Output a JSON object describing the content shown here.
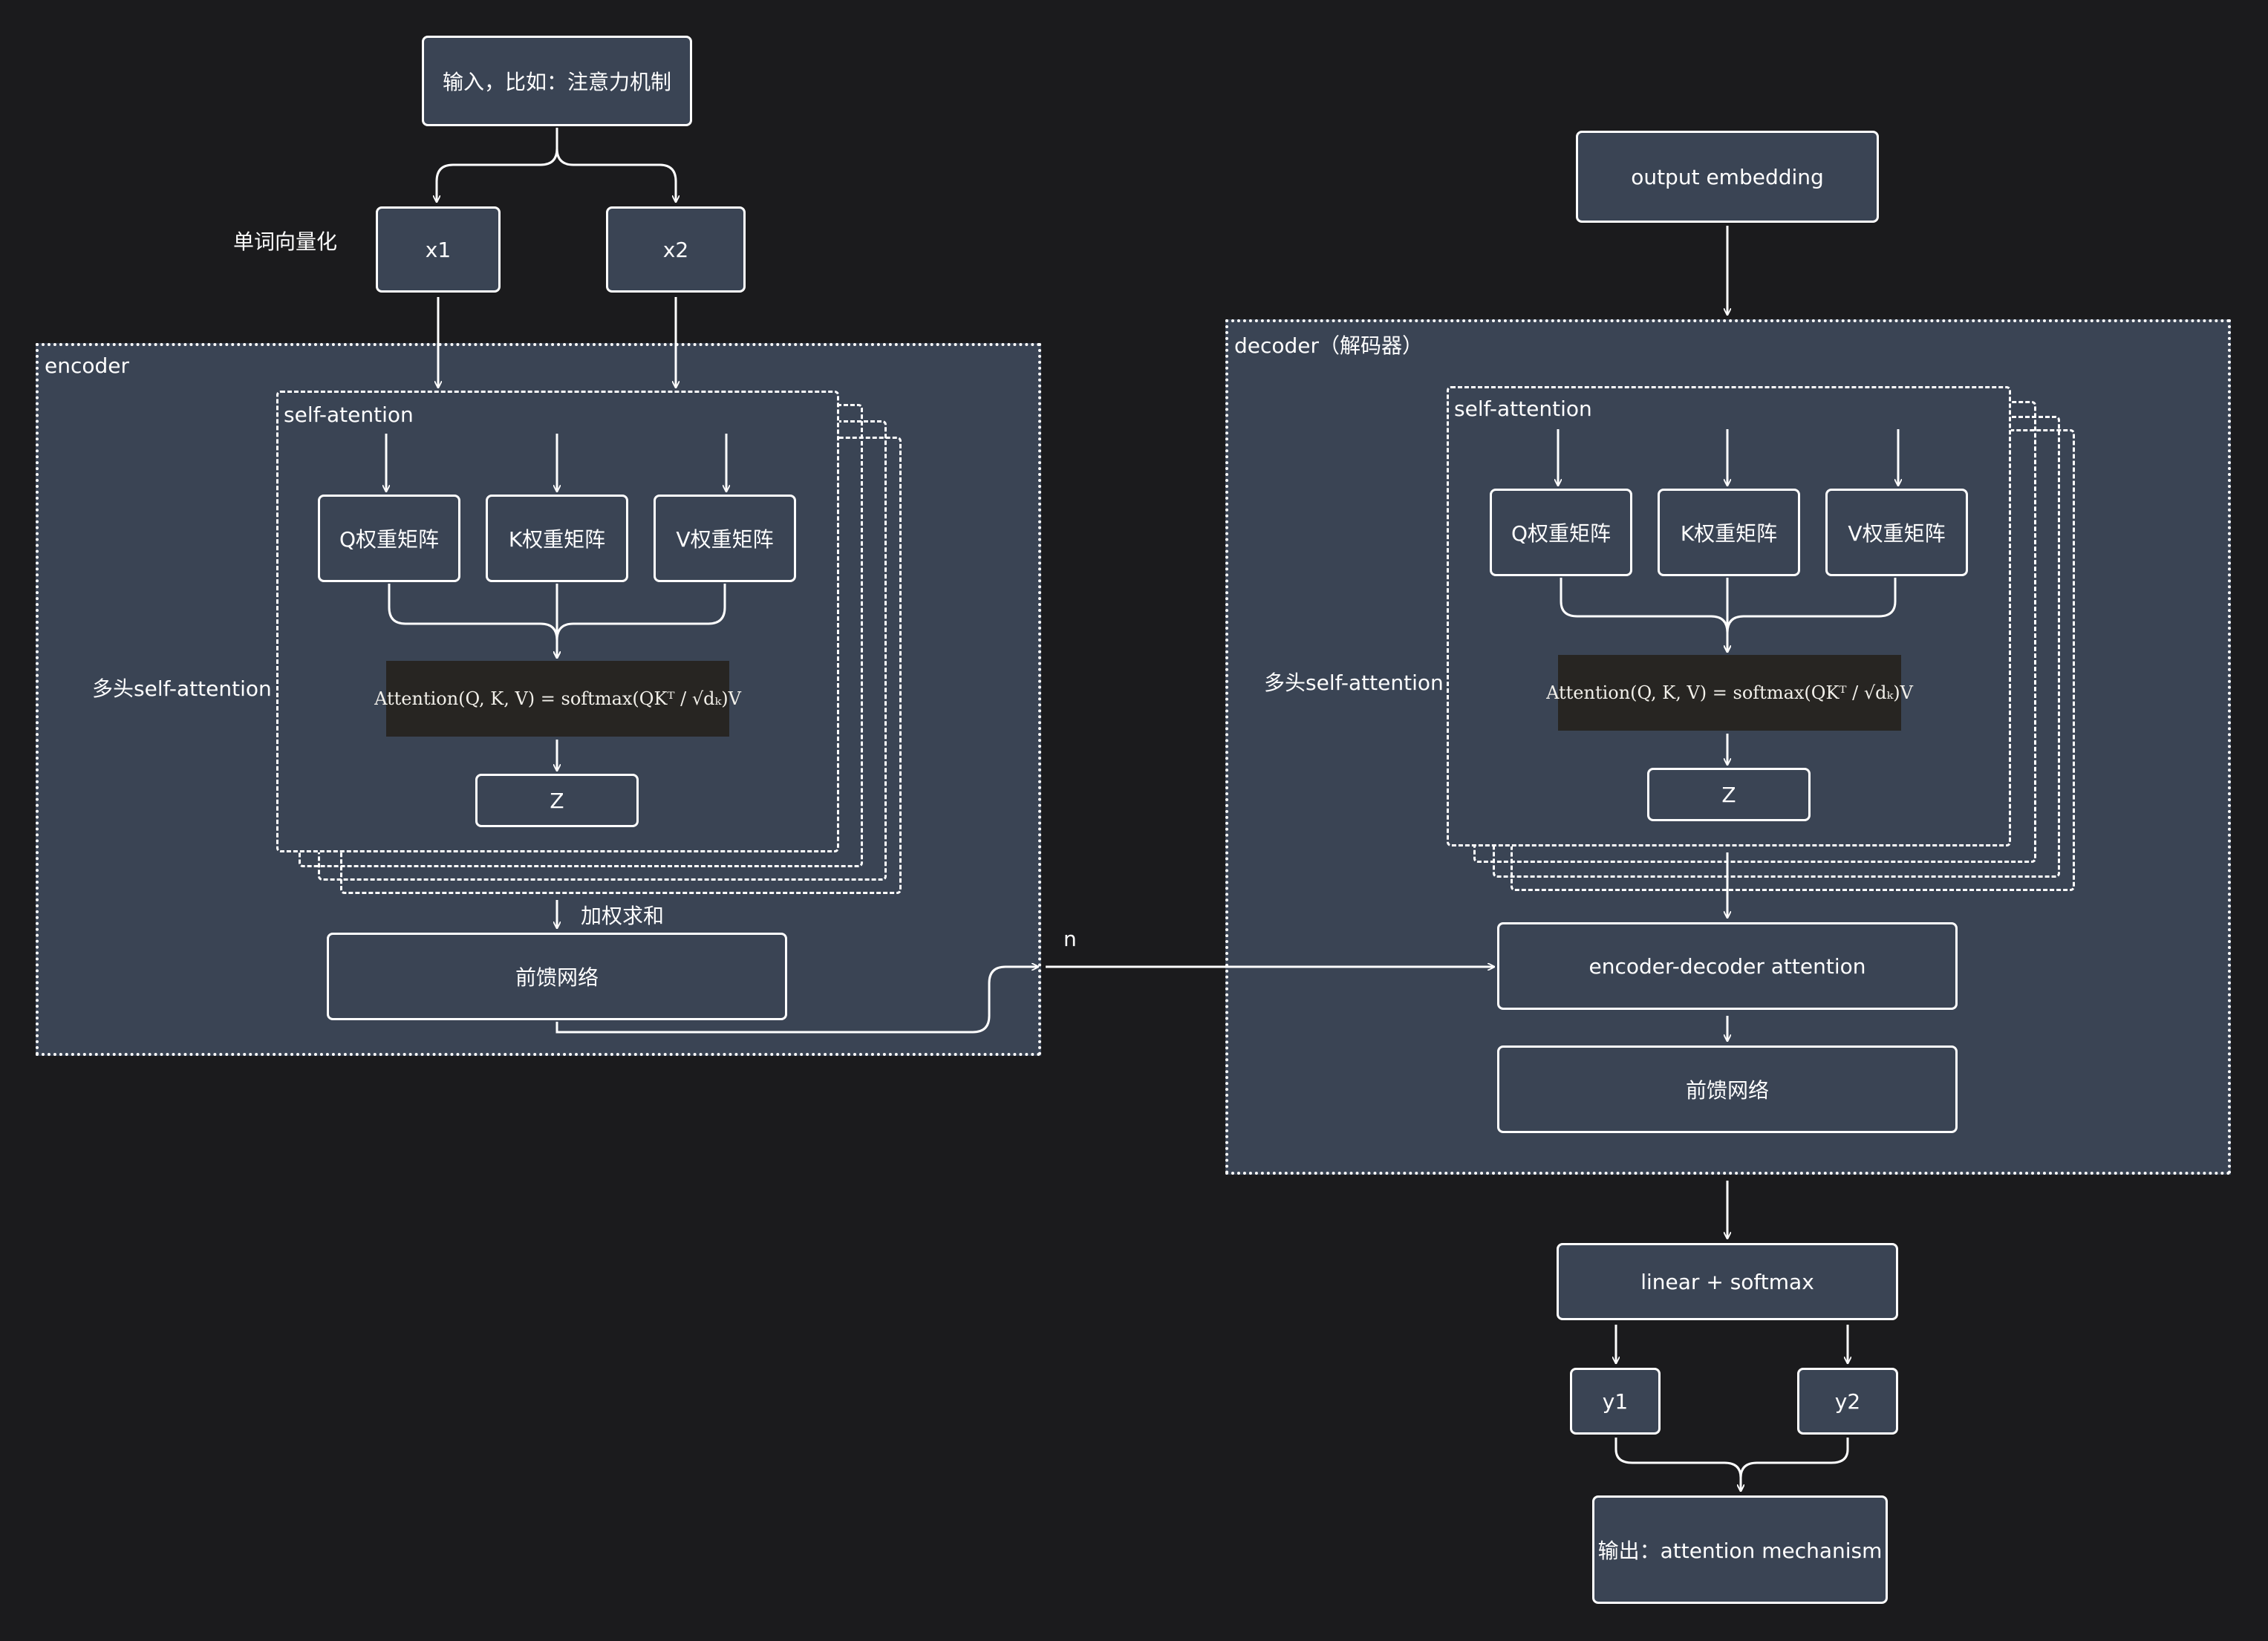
{
  "encoder": {
    "title": "encoder",
    "input": "输入，比如：注意力机制",
    "vectorize_label": "单词向量化",
    "x1": "x1",
    "x2": "x2",
    "self_attention_title": "self-atention",
    "multihead_label": "多头self-attention",
    "q": "Q权重矩阵",
    "k": "K权重矩阵",
    "v": "V权重矩阵",
    "formula": "Attention(Q, K, V) = softmax(QKᵀ / √dₖ)V",
    "z": "Z",
    "weighted_sum": "加权求和",
    "ffn": "前馈网络"
  },
  "connection": {
    "n_left": "n",
    "n_right": "n"
  },
  "decoder": {
    "output_embedding": "output embedding",
    "title": "decoder（解码器）",
    "self_attention_title": "self-attention",
    "multihead_label": "多头self-attention",
    "q": "Q权重矩阵",
    "k": "K权重矩阵",
    "v": "V权重矩阵",
    "formula": "Attention(Q, K, V) = softmax(QKᵀ / √dₖ)V",
    "z": "Z",
    "enc_dec_attention": "encoder-decoder attention",
    "ffn": "前馈网络",
    "linear_softmax": "linear + softmax",
    "y1": "y1",
    "y2": "y2",
    "output": "输出：attention mechanism"
  }
}
